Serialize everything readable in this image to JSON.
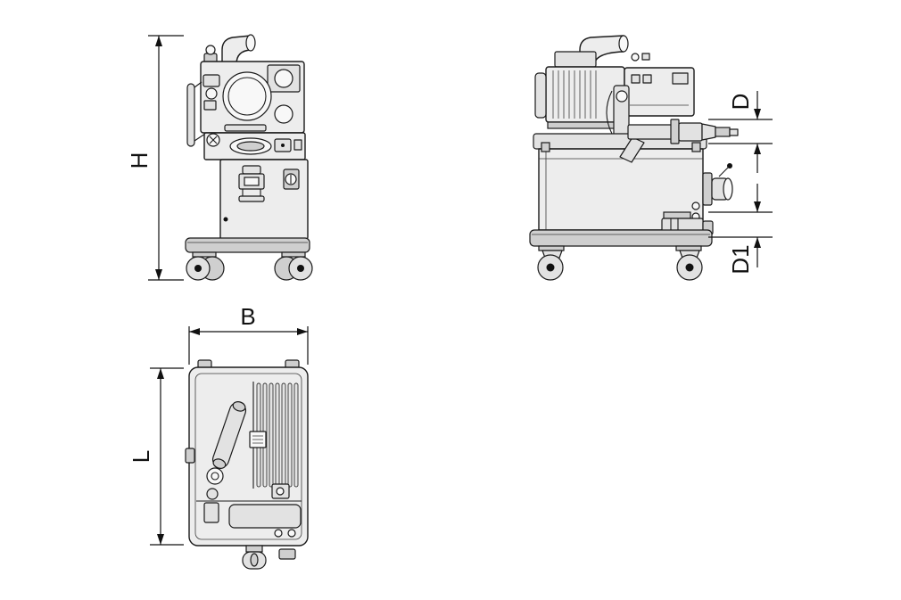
{
  "drawing": {
    "dimension_labels": {
      "height": "H",
      "width": "B",
      "length": "L",
      "inlet": "D",
      "outlet": "D1"
    },
    "colors": {
      "line": "#1a1a1a",
      "dimension": "#111111",
      "fill_light": "#ededed",
      "fill_mid": "#cfcfcf",
      "background": "#ffffff"
    }
  }
}
